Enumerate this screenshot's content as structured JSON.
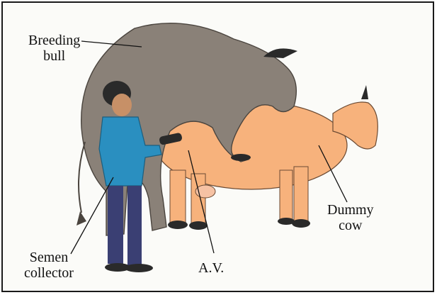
{
  "labels": {
    "bull": {
      "line1": "Breeding",
      "line2": "bull"
    },
    "collector": {
      "line1": "Semen",
      "line2": "collector"
    },
    "av": "A.V.",
    "cow": {
      "line1": "Dummy",
      "line2": "cow"
    }
  },
  "colors": {
    "bull": "#8a8178",
    "cow": "#f7b27c",
    "shirt": "#2a8fc0",
    "trousers": "#3a3f73",
    "hoof": "#2a2a2a"
  }
}
